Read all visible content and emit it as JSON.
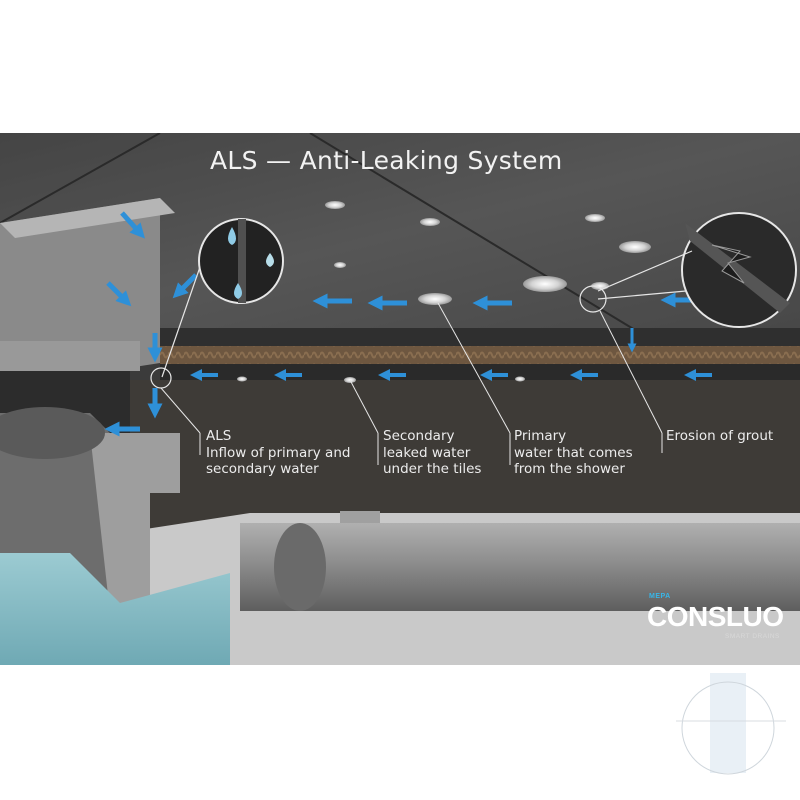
{
  "title": "ALS — Anti-Leaking System",
  "labels": {
    "als": [
      "ALS",
      "Inflow of primary and",
      "secondary water"
    ],
    "secondary": [
      "Secondary",
      "leaked water",
      "under the tiles"
    ],
    "primary": [
      "Primary",
      "water that comes",
      "from the shower"
    ],
    "grout": [
      "Erosion of grout"
    ]
  },
  "logo": {
    "prefix": "MEPA",
    "name": "CONSLUO",
    "subtitle": "SMART DRAINS"
  },
  "colors": {
    "water_arrow": "#2e90d8",
    "water": "#8ec3cc",
    "tile": "#4a4a4a",
    "screed": "#3e3b37",
    "pipe": "#8e8e8e"
  }
}
